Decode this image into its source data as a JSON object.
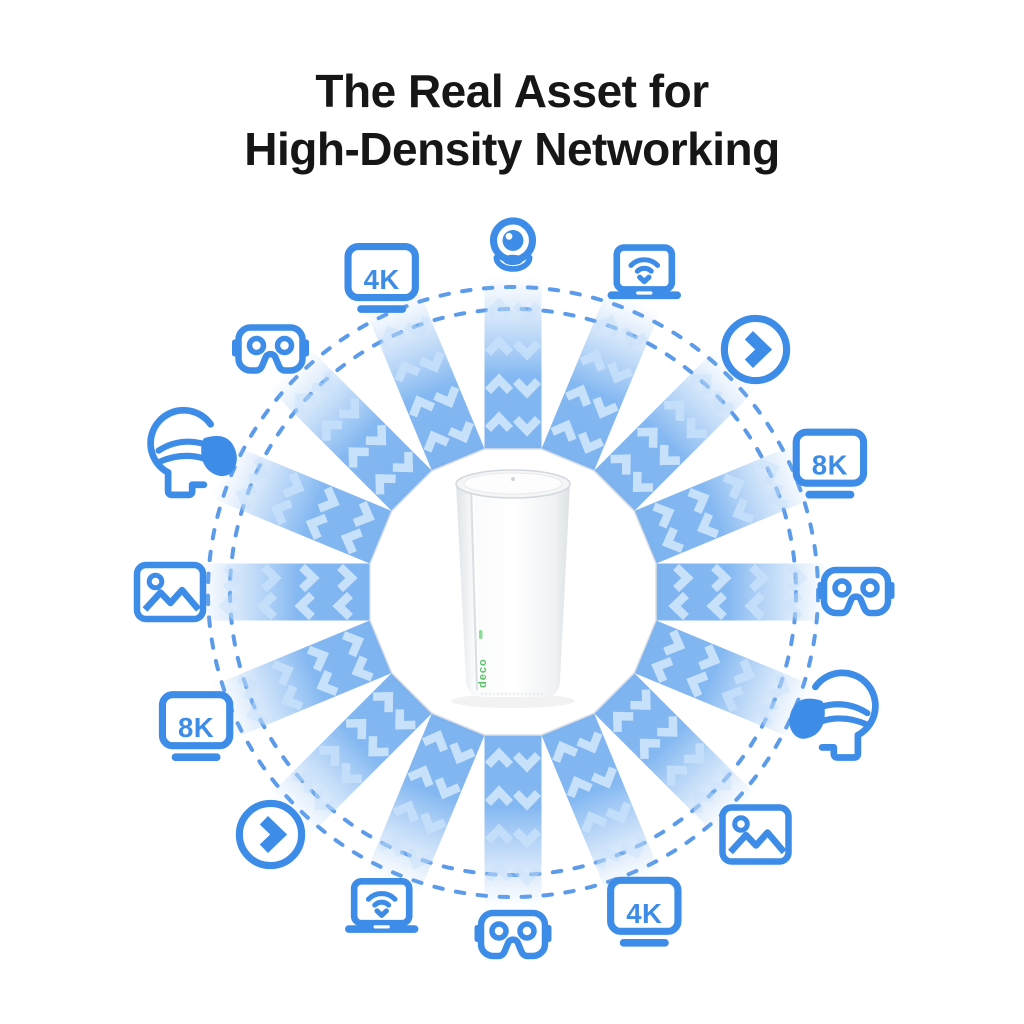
{
  "title": {
    "line1": "The Real Asset for",
    "line2": "High-Density Networking"
  },
  "device": {
    "name": "white mesh wifi router tower",
    "label": "deco"
  },
  "colors": {
    "icon_blue": "#3d8ce8",
    "beam_blue": "#7fb4f0",
    "chevron_blue": "#c7e1fa",
    "dash_blue": "#4e92e7",
    "title_color": "#161616",
    "deco_green": "#5bc269"
  },
  "ring": {
    "start_angle_deg": 90,
    "step_deg": -22.5,
    "items": [
      {
        "type": "webcam",
        "name": "webcam-icon"
      },
      {
        "type": "laptop-wifi",
        "name": "laptop-wifi-icon"
      },
      {
        "type": "play-arrow",
        "name": "play-arrow-icon"
      },
      {
        "type": "tv",
        "name": "tv-8k-icon",
        "label": "8K"
      },
      {
        "type": "vr-goggles",
        "name": "vr-goggles-icon"
      },
      {
        "type": "vr-headset-user",
        "name": "vr-headset-user-icon",
        "mirrored": true
      },
      {
        "type": "photo",
        "name": "photo-icon"
      },
      {
        "type": "tv",
        "name": "tv-4k-icon",
        "label": "4K"
      },
      {
        "type": "vr-goggles",
        "name": "vr-goggles-icon"
      },
      {
        "type": "laptop-wifi",
        "name": "laptop-wifi-icon"
      },
      {
        "type": "play-arrow",
        "name": "play-arrow-icon"
      },
      {
        "type": "tv",
        "name": "tv-8k-icon",
        "label": "8K"
      },
      {
        "type": "photo",
        "name": "photo-icon"
      },
      {
        "type": "vr-headset-user",
        "name": "vr-headset-user-icon",
        "mirrored": false
      },
      {
        "type": "vr-goggles",
        "name": "vr-goggles-icon"
      },
      {
        "type": "tv",
        "name": "tv-4k-icon",
        "label": "4K"
      }
    ]
  }
}
